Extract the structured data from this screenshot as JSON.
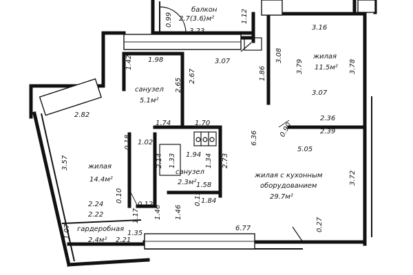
{
  "rooms": {
    "balcony": {
      "name": "балкон",
      "area": "2.7(3.6)м²"
    },
    "living_right": {
      "name": "жилая",
      "area": "11.5м²"
    },
    "bath_top": {
      "name": "санузел",
      "area": "5.1м²"
    },
    "living_left": {
      "name": "жилая",
      "area": "14.4м²"
    },
    "bath_small": {
      "name": "санузел",
      "area": "2.3м²"
    },
    "living_kitchen": {
      "name1": "жилая с кухонным",
      "name2": "оборудованием",
      "area": "29.7м²"
    },
    "wardrobe": {
      "name": "гардеробная",
      "area": "2.4м²"
    }
  },
  "dimensions": {
    "d099": "0.99",
    "d323": "3.23",
    "d112": "1.12",
    "d316": "3.16",
    "d198": "1.98",
    "d307a": "3.07",
    "d308": "3.08",
    "d142": "1.42",
    "d186": "1.86",
    "d379": "3.79",
    "d378": "3.78",
    "d267": "2.67",
    "d265": "2.65",
    "d307b": "3.07",
    "d282": "2.82",
    "d236": "2.36",
    "d174": "1.74",
    "d170": "1.70",
    "d239": "2.39",
    "d090": "0.90",
    "d018": "0.18",
    "d102": "1.02",
    "d636": "6.36",
    "d505": "5.05",
    "d194": "1.94",
    "d357": "3.57",
    "d214": "2.14",
    "d133": "1.33",
    "d134": "1.34",
    "d273": "2.73",
    "d158": "1.58",
    "d372": "3.72",
    "d224": "2.24",
    "d010": "0.10",
    "d184": "1.84",
    "d015": "0.15",
    "d012": "0.12",
    "d222": "2.22",
    "d117": "1.17",
    "d146a": "1.46",
    "d146b": "1.46",
    "d677": "6.77",
    "d027": "0.27",
    "d107": "1.07",
    "d221": "2.21",
    "d135": "1.35"
  }
}
